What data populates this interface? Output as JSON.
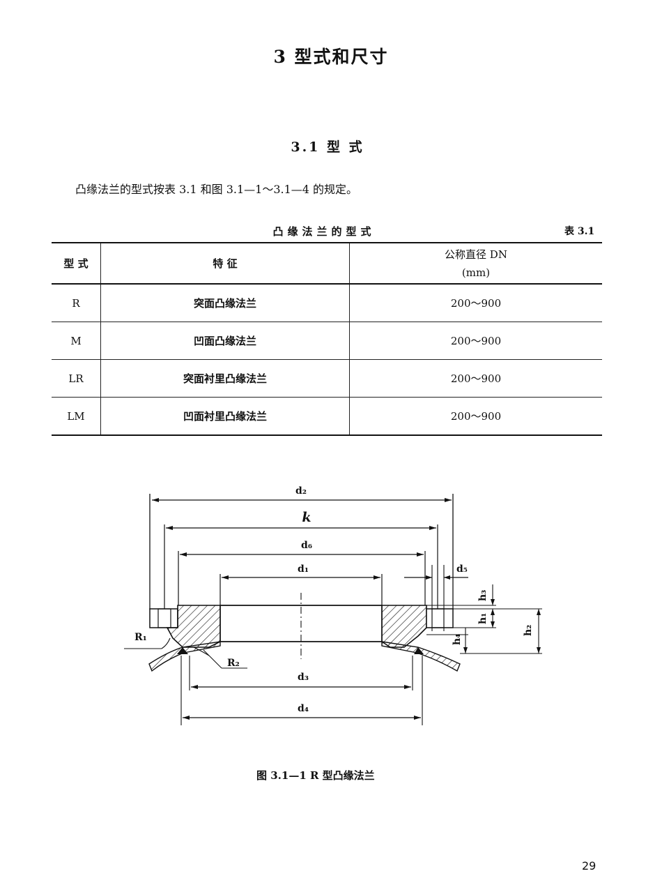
{
  "chapter_title": "3   型式和尺寸",
  "section_title": "3.1  型  式",
  "intro_text": "凸缘法兰的型式按表 3.1 和图 3.1—1～3.1—4 的规定。",
  "table": {
    "caption": "凸缘法兰的型式",
    "number": "表 3.1",
    "headers": {
      "type": "型  式",
      "feature": "特          征",
      "dn_line1": "公称直径      DN",
      "dn_line2": "(mm)"
    },
    "rows": [
      {
        "type": "R",
        "feature": "突面凸缘法兰",
        "dn": "200～900"
      },
      {
        "type": "M",
        "feature": "凹面凸缘法兰",
        "dn": "200～900"
      },
      {
        "type": "LR",
        "feature": "突面衬里凸缘法兰",
        "dn": "200～900"
      },
      {
        "type": "LM",
        "feature": "凹面衬里凸缘法兰",
        "dn": "200～900"
      }
    ]
  },
  "figure": {
    "labels": {
      "d2": "d₂",
      "k": "k",
      "d6": "d₆",
      "d1": "d₁",
      "d5": "d₅",
      "h3": "h₃",
      "h1": "h₁",
      "h2": "h₂",
      "h4": "h₄",
      "R1": "R₁",
      "R2": "R₂",
      "d3": "d₃",
      "d4": "d₄"
    },
    "caption": "图 3.1—1   R 型凸缘法兰"
  },
  "page_number": "29"
}
